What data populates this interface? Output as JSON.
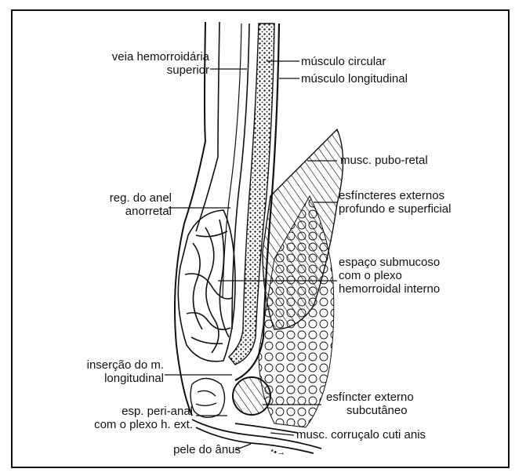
{
  "figure": {
    "labels": {
      "veia_hemorroidaria_l1": "veia hemorroidária",
      "veia_hemorroidaria_l2": "superior",
      "musculo_circular": "músculo circular",
      "musculo_longitudinal": "músculo longitudinal",
      "musc_pubo_retal": "musc. pubo-retal",
      "esfincteres_l1": "esfíncteres externos",
      "esfincteres_l2": "profundo e superficial",
      "reg_anel_l1": "reg. do anel",
      "reg_anel_l2": "anorretal",
      "espaco_l1": "espaço submucoso",
      "espaco_l2": "com o plexo",
      "espaco_l3": "hemorroidal interno",
      "insercao_l1": "inserção do m.",
      "insercao_l2": "longitudinal",
      "esfincter_sub_l1": "esfíncter externo",
      "esfincter_sub_l2": "subcutâneo",
      "esp_perianal_l1": "esp. peri-anal",
      "esp_perianal_l2": "com o plexo h. ext.",
      "musc_corrugator": "musc. corruçalo cuti anis",
      "pele_anus": "pele do ânus"
    },
    "colors": {
      "ink": "#111111",
      "paper": "#ffffff"
    }
  }
}
